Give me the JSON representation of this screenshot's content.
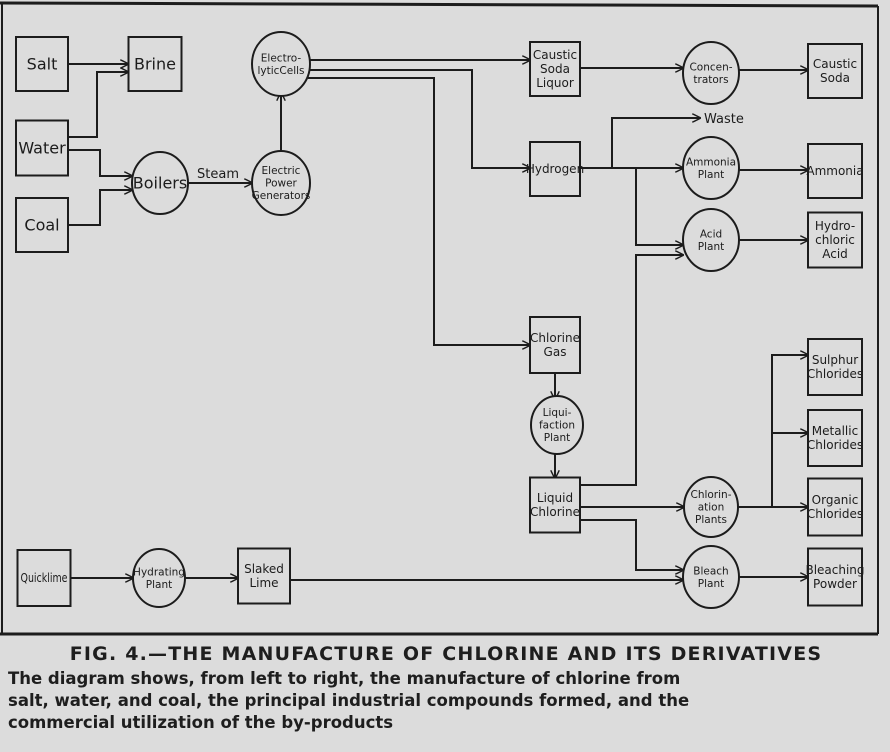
{
  "figure": {
    "title": "FIG. 4.—THE MANUFACTURE OF CHLORINE AND ITS DERIVATIVES",
    "caption_lines": [
      "The diagram shows, from left to right, the manufacture of chlorine from",
      "salt, water, and coal, the principal industrial compounds formed, and the",
      "commercial utilization of the by-products"
    ]
  },
  "nodes": {
    "salt": {
      "shape": "box",
      "lines": [
        "Salt"
      ]
    },
    "water": {
      "shape": "box",
      "lines": [
        "Water"
      ]
    },
    "coal": {
      "shape": "box",
      "lines": [
        "Coal"
      ]
    },
    "brine": {
      "shape": "box",
      "lines": [
        "Brine"
      ]
    },
    "electrolytic_cells": {
      "shape": "circle",
      "lines": [
        "Electro-",
        "lyticCells"
      ]
    },
    "boilers": {
      "shape": "circle",
      "lines": [
        "Boilers"
      ]
    },
    "electric_power_generators": {
      "shape": "circle",
      "lines": [
        "Electric",
        "Power",
        "Generators"
      ]
    },
    "caustic_soda_liquor": {
      "shape": "box",
      "lines": [
        "Caustic",
        "Soda",
        "Liquor"
      ]
    },
    "concentrators": {
      "shape": "circle",
      "lines": [
        "Concen-",
        "trators"
      ]
    },
    "caustic_soda": {
      "shape": "box",
      "lines": [
        "Caustic",
        "Soda"
      ]
    },
    "hydrogen": {
      "shape": "box",
      "lines": [
        "Hydrogen"
      ]
    },
    "ammonia_plant": {
      "shape": "circle",
      "lines": [
        "Ammonia",
        "Plant"
      ]
    },
    "ammonia": {
      "shape": "box",
      "lines": [
        "Ammonia"
      ]
    },
    "acid_plant": {
      "shape": "circle",
      "lines": [
        "Acid",
        "Plant"
      ]
    },
    "hydrochloric_acid": {
      "shape": "box",
      "lines": [
        "Hydro-",
        "chloric",
        "Acid"
      ]
    },
    "chlorine_gas": {
      "shape": "box",
      "lines": [
        "Chlorine",
        "Gas"
      ]
    },
    "liquifaction_plant": {
      "shape": "circle",
      "lines": [
        "Liqui-",
        "faction",
        "Plant"
      ]
    },
    "liquid_chlorine": {
      "shape": "box",
      "lines": [
        "Liquid",
        "Chlorine"
      ]
    },
    "chlorination_plants": {
      "shape": "circle",
      "lines": [
        "Chlorin-",
        "ation",
        "Plants"
      ]
    },
    "sulphur_chlorides": {
      "shape": "box",
      "lines": [
        "Sulphur",
        "Chlorides"
      ]
    },
    "metallic_chlorides": {
      "shape": "box",
      "lines": [
        "Metallic",
        "Chlorides"
      ]
    },
    "organic_chlorides": {
      "shape": "box",
      "lines": [
        "Organic",
        "Chlorides"
      ]
    },
    "bleach_plant": {
      "shape": "circle",
      "lines": [
        "Bleach",
        "Plant"
      ]
    },
    "bleaching_powder": {
      "shape": "box",
      "lines": [
        "Bleaching",
        "Powder"
      ]
    },
    "quicklime": {
      "shape": "box",
      "lines": [
        "Quicklime"
      ]
    },
    "hydrating_plant": {
      "shape": "circle",
      "lines": [
        "Hydrating",
        "Plant"
      ]
    },
    "slaked_lime": {
      "shape": "box",
      "lines": [
        "Slaked",
        "Lime"
      ]
    }
  },
  "edge_labels": {
    "steam": "Steam",
    "waste": "Waste"
  },
  "colors": {
    "paper": "#dcdcdc",
    "ink": "#1c1c1c"
  }
}
